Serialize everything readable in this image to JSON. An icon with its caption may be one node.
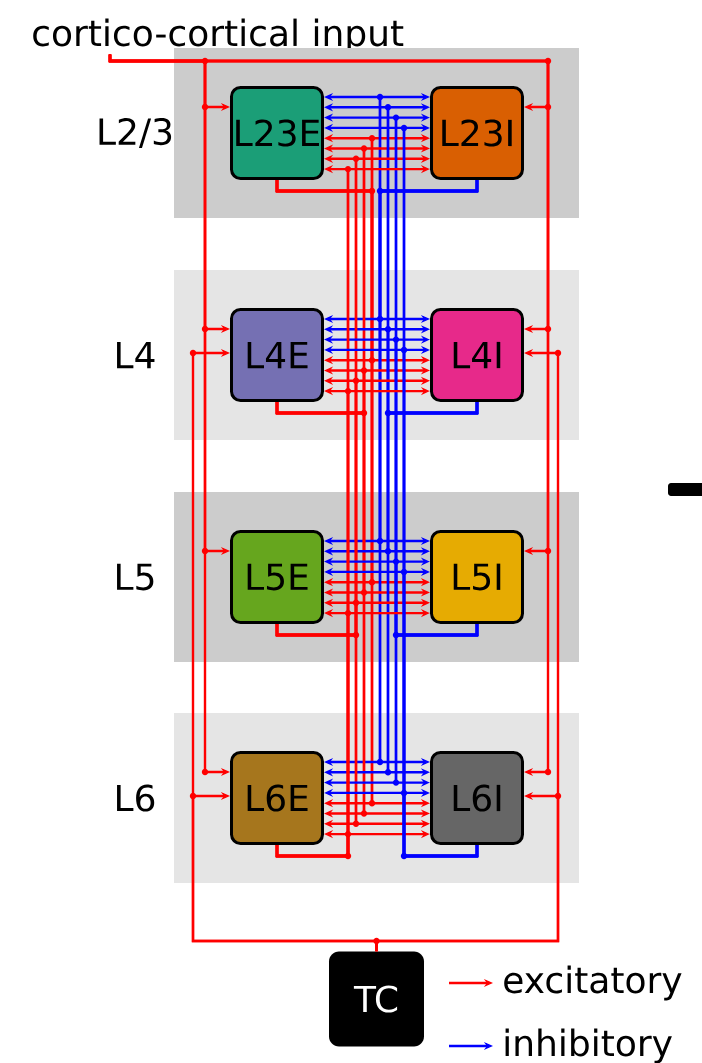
{
  "diagram": {
    "nodes": [
      {
        "text": [
          "cortico-cortical input"
        ]
      },
      {
        "text": [
          "L2/3"
        ]
      },
      {
        "text": [
          "L23E"
        ],
        "in": 1
      },
      {
        "text": [
          "L23I"
        ],
        "in": 1
      },
      {
        "text": [
          "L4"
        ]
      },
      {
        "text": [
          "L4E"
        ],
        "in": 4
      },
      {
        "text": [
          "L4I"
        ],
        "in": 4
      },
      {
        "text": [
          "L5"
        ]
      },
      {
        "text": [
          "L5E"
        ],
        "in": 7
      },
      {
        "text": [
          "L5I"
        ],
        "in": 7
      },
      {
        "text": [
          "L6"
        ]
      },
      {
        "text": [
          "L6E"
        ],
        "in": 10
      },
      {
        "text": [
          "L6I"
        ],
        "in": 10
      },
      {
        "text": [
          "TC"
        ]
      }
    ],
    "edges": [
      {
        "from": 2,
        "to": 2,
        "arrow": "to"
      },
      {
        "from": 2,
        "to": 3,
        "arrow": "to"
      },
      {
        "from": 2,
        "to": 5,
        "arrow": "to"
      },
      {
        "from": 2,
        "to": 6,
        "arrow": "to"
      },
      {
        "from": 2,
        "to": 8,
        "arrow": "to"
      },
      {
        "from": 2,
        "to": 9,
        "arrow": "to"
      },
      {
        "from": 2,
        "to": 11,
        "arrow": "to"
      },
      {
        "from": 2,
        "to": 12,
        "arrow": "to"
      },
      {
        "from": 3,
        "to": 2,
        "arrow": "to",
        "color": "#0000ff"
      },
      {
        "from": 3,
        "to": 3,
        "arrow": "to",
        "color": "#0000ff"
      },
      {
        "from": 3,
        "to": 5,
        "arrow": "to",
        "color": "#0000ff"
      },
      {
        "from": 3,
        "to": 6,
        "arrow": "to",
        "color": "#0000ff"
      },
      {
        "from": 3,
        "to": 8,
        "arrow": "to",
        "color": "#0000ff"
      },
      {
        "from": 3,
        "to": 9,
        "arrow": "to",
        "color": "#0000ff"
      },
      {
        "from": 3,
        "to": 11,
        "arrow": "to",
        "color": "#0000ff"
      },
      {
        "from": 3,
        "to": 12,
        "arrow": "to",
        "color": "#0000ff"
      },
      {
        "from": 5,
        "to": 2,
        "arrow": "to"
      },
      {
        "from": 5,
        "to": 3,
        "arrow": "to"
      },
      {
        "from": 5,
        "to": 5,
        "arrow": "to"
      },
      {
        "from": 5,
        "to": 6,
        "arrow": "to"
      },
      {
        "from": 5,
        "to": 8,
        "arrow": "to"
      },
      {
        "from": 5,
        "to": 9,
        "arrow": "to"
      },
      {
        "from": 5,
        "to": 11,
        "arrow": "to"
      },
      {
        "from": 5,
        "to": 12,
        "arrow": "to"
      },
      {
        "from": 6,
        "to": 2,
        "arrow": "to",
        "color": "#0000ff"
      },
      {
        "from": 6,
        "to": 3,
        "arrow": "to",
        "color": "#0000ff"
      },
      {
        "from": 6,
        "to": 5,
        "arrow": "to",
        "color": "#0000ff"
      },
      {
        "from": 6,
        "to": 6,
        "arrow": "to",
        "color": "#0000ff"
      },
      {
        "from": 6,
        "to": 8,
        "arrow": "to",
        "color": "#0000ff"
      },
      {
        "from": 6,
        "to": 9,
        "arrow": "to",
        "color": "#0000ff"
      },
      {
        "from": 6,
        "to": 11,
        "arrow": "to",
        "color": "#0000ff"
      },
      {
        "from": 6,
        "to": 12,
        "arrow": "to",
        "color": "#0000ff"
      },
      {
        "from": 8,
        "to": 2,
        "arrow": "to"
      },
      {
        "from": 8,
        "to": 3,
        "arrow": "to"
      },
      {
        "from": 8,
        "to": 5,
        "arrow": "to"
      },
      {
        "from": 8,
        "to": 6,
        "arrow": "to"
      },
      {
        "from": 8,
        "to": 8,
        "arrow": "to"
      },
      {
        "from": 8,
        "to": 9,
        "arrow": "to"
      },
      {
        "from": 8,
        "to": 11,
        "arrow": "to"
      },
      {
        "from": 8,
        "to": 12,
        "arrow": "to"
      },
      {
        "from": 9,
        "to": 2,
        "arrow": "to",
        "color": "#0000ff"
      },
      {
        "from": 9,
        "to": 3,
        "arrow": "to",
        "color": "#0000ff"
      },
      {
        "from": 9,
        "to": 5,
        "arrow": "to",
        "color": "#0000ff"
      },
      {
        "from": 9,
        "to": 6,
        "arrow": "to",
        "color": "#0000ff"
      },
      {
        "from": 9,
        "to": 8,
        "arrow": "to",
        "color": "#0000ff"
      },
      {
        "from": 9,
        "to": 9,
        "arrow": "to",
        "color": "#0000ff"
      },
      {
        "from": 9,
        "to": 11,
        "arrow": "to",
        "color": "#0000ff"
      },
      {
        "from": 9,
        "to": 12,
        "arrow": "to",
        "color": "#0000ff"
      },
      {
        "from": 11,
        "to": 2,
        "arrow": "to"
      },
      {
        "from": 11,
        "to": 3,
        "arrow": "to"
      },
      {
        "from": 11,
        "to": 5,
        "arrow": "to"
      },
      {
        "from": 11,
        "to": 6,
        "arrow": "to"
      },
      {
        "from": 11,
        "to": 8,
        "arrow": "to"
      },
      {
        "from": 11,
        "to": 9,
        "arrow": "to"
      },
      {
        "from": 11,
        "to": 11,
        "arrow": "to"
      },
      {
        "from": 11,
        "to": 12,
        "arrow": "to"
      },
      {
        "from": 12,
        "to": 2,
        "arrow": "to",
        "color": "#0000ff"
      },
      {
        "from": 12,
        "to": 3,
        "arrow": "to",
        "color": "#0000ff"
      },
      {
        "from": 12,
        "to": 5,
        "arrow": "to",
        "color": "#0000ff"
      },
      {
        "from": 12,
        "to": 6,
        "arrow": "to",
        "color": "#0000ff"
      },
      {
        "from": 12,
        "to": 8,
        "arrow": "to",
        "color": "#0000ff"
      },
      {
        "from": 12,
        "to": 9,
        "arrow": "to",
        "color": "#0000ff"
      },
      {
        "from": 12,
        "to": 11,
        "arrow": "to",
        "color": "#0000ff"
      },
      {
        "from": 12,
        "to": 12,
        "arrow": "to",
        "color": "#0000ff"
      },
      {
        "from": 0,
        "to": 2,
        "arrow": "to"
      },
      {
        "from": 0,
        "to": 3,
        "arrow": "to"
      },
      {
        "from": 0,
        "to": 5,
        "arrow": "to"
      },
      {
        "from": 0,
        "to": 6,
        "arrow": "to"
      },
      {
        "from": 0,
        "to": 8,
        "arrow": "to"
      },
      {
        "from": 0,
        "to": 9,
        "arrow": "to"
      },
      {
        "from": 0,
        "to": 11,
        "arrow": "to"
      },
      {
        "from": 0,
        "to": 12,
        "arrow": "to"
      },
      {
        "from": 13,
        "to": 5,
        "arrow": "to"
      },
      {
        "from": 13,
        "to": 6,
        "arrow": "to"
      },
      {
        "from": 13,
        "to": 11,
        "arrow": "to"
      },
      {
        "from": 13,
        "to": 12,
        "arrow": "to"
      }
    ],
    "legend": [
      {
        "text": "excitatory"
      },
      {
        "text": "inhibitory"
      }
    ]
  }
}
